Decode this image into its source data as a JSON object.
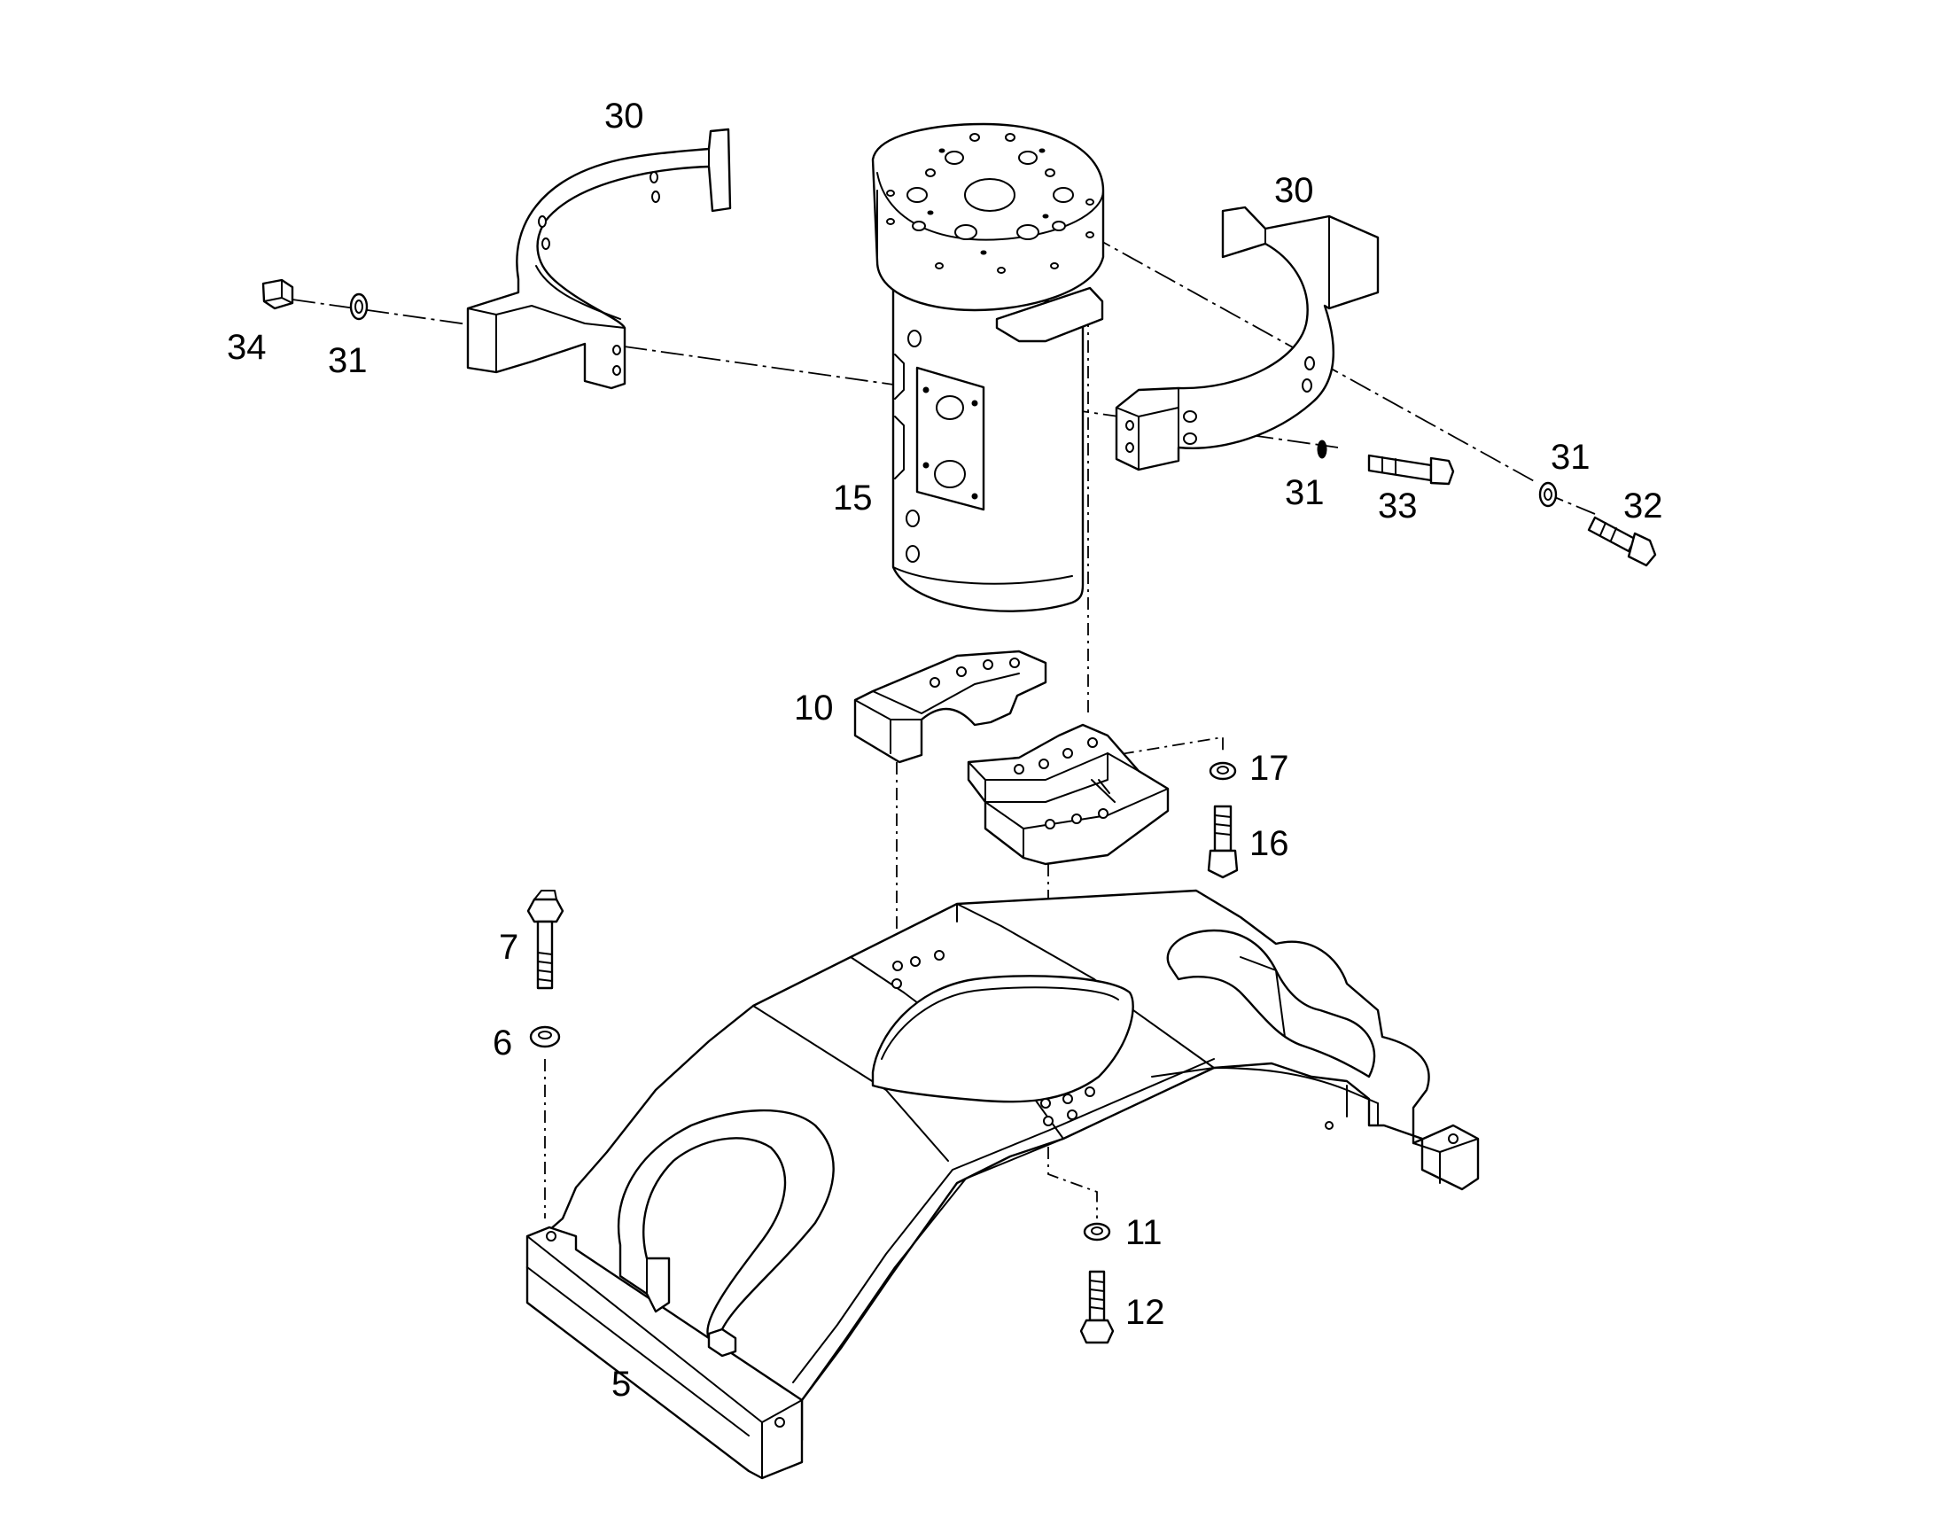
{
  "diagram": {
    "labels": {
      "p30_left": "30",
      "p30_right": "30",
      "p34": "34",
      "p31_left": "31",
      "p15": "15",
      "p31_mid": "31",
      "p33": "33",
      "p31_right": "31",
      "p32": "32",
      "p10": "10",
      "p17": "17",
      "p16": "16",
      "p7": "7",
      "p6": "6",
      "p11": "11",
      "p12": "12",
      "p5": "5"
    }
  }
}
